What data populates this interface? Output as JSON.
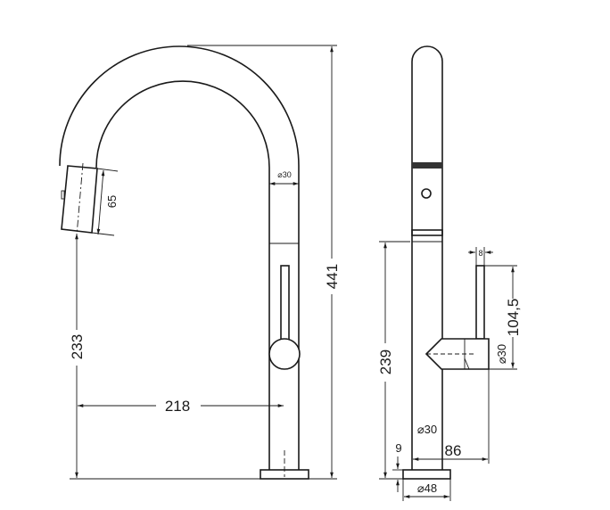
{
  "front_view": {
    "dim_spray_height": "65",
    "dim_pipe_diameter": "⌀30",
    "dim_outlet_height": "233",
    "dim_reach": "218",
    "dim_total_height": "441"
  },
  "side_view": {
    "dim_lever_width": "8",
    "dim_lever_height": "104,5",
    "dim_handle_diameter": "⌀30",
    "dim_body_height": "239",
    "dim_pipe_diameter": "⌀30",
    "dim_base_thickness": "9",
    "dim_handle_projection": "86",
    "dim_base_diameter": "⌀48"
  }
}
